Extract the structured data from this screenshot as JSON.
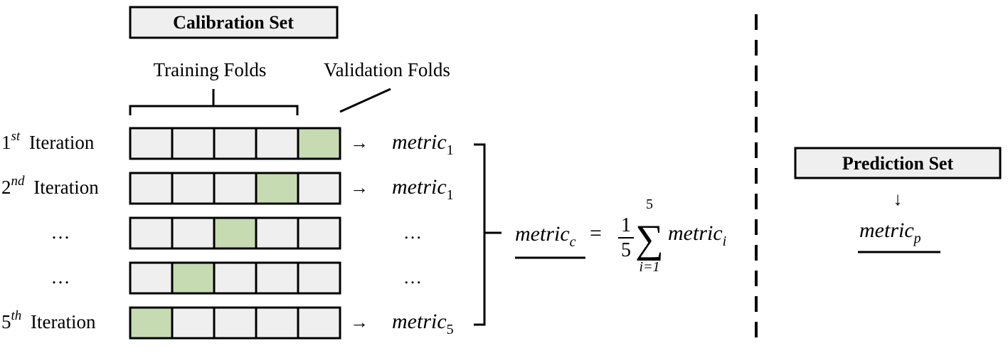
{
  "calibration": {
    "title": "Calibration Set",
    "training_label": "Training Folds",
    "validation_label": "Validation Folds"
  },
  "colors": {
    "cell_fill": "#efefef",
    "validation_fill": "#c6dbb1",
    "box_fill": "#efefef",
    "stroke": "#000000"
  },
  "rows": [
    {
      "label_base": "1",
      "label_sup": "st",
      "label_tail": "Iteration",
      "validation_index": 4,
      "arrow": "→",
      "metric_base": "metric",
      "metric_sub": "1",
      "ellipsis": ""
    },
    {
      "label_base": "2",
      "label_sup": "nd",
      "label_tail": "Iteration",
      "validation_index": 3,
      "arrow": "→",
      "metric_base": "metric",
      "metric_sub": "1",
      "ellipsis": ""
    },
    {
      "label_base": "…",
      "label_sup": "",
      "label_tail": "",
      "validation_index": 2,
      "arrow": "",
      "metric_base": "",
      "metric_sub": "",
      "ellipsis": "…"
    },
    {
      "label_base": "…",
      "label_sup": "",
      "label_tail": "",
      "validation_index": 1,
      "arrow": "",
      "metric_base": "",
      "metric_sub": "",
      "ellipsis": "…"
    },
    {
      "label_base": "5",
      "label_sup": "th",
      "label_tail": "Iteration",
      "validation_index": 0,
      "arrow": "→",
      "metric_base": "metric",
      "metric_sub": "5",
      "ellipsis": ""
    }
  ],
  "formula": {
    "lhs_base": "metric",
    "lhs_sub": "c",
    "equals": "=",
    "frac_num": "1",
    "frac_den": "5",
    "sum_symbol": "∑",
    "sum_upper": "5",
    "sum_lower": "i=1",
    "term_base": "metric",
    "term_sub": "i"
  },
  "prediction": {
    "title": "Prediction Set",
    "arrow": "↓",
    "metric_base": "metric",
    "metric_sub": "p"
  }
}
